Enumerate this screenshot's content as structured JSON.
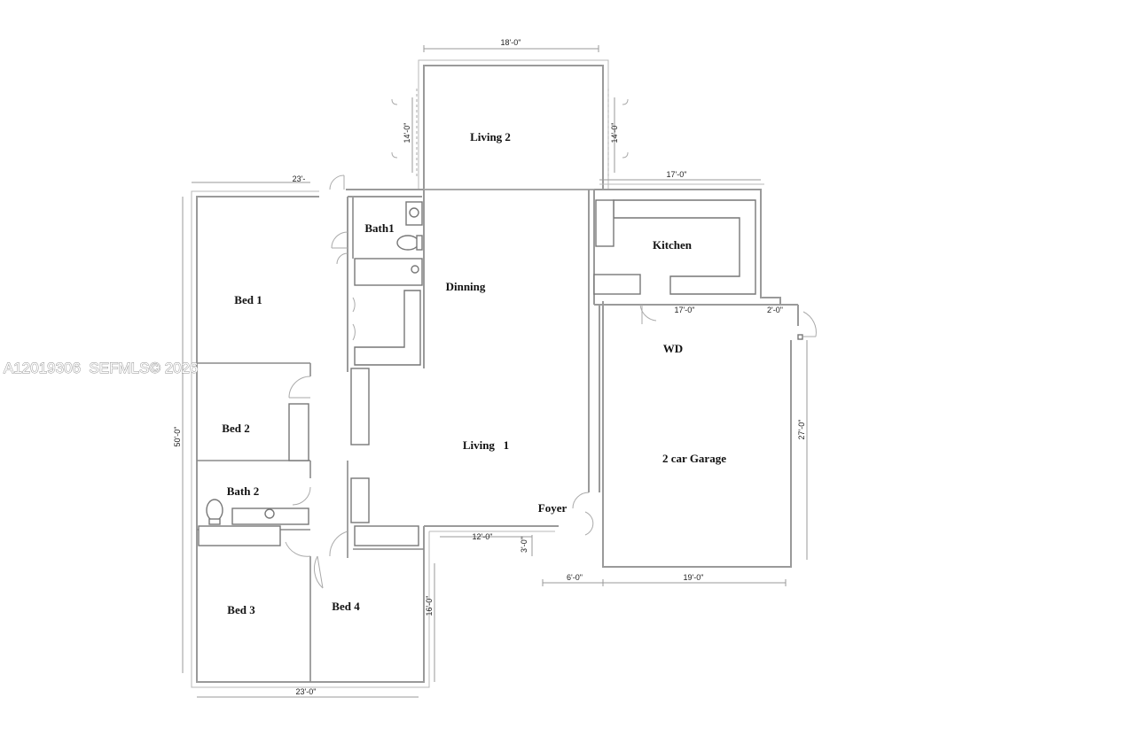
{
  "watermark": "A12019306  SEFMLS© 2026",
  "rooms": {
    "living2": "Living 2",
    "bath1": "Bath1",
    "kitchen": "Kitchen",
    "dinning": "Dinning",
    "bed1": "Bed 1",
    "wd": "WD",
    "bed2": "Bed 2",
    "living1": "Living   1",
    "garage": "2 car Garage",
    "bath2": "Bath 2",
    "foyer": "Foyer",
    "bed3": "Bed 3",
    "bed4": "Bed 4"
  },
  "dimensions": {
    "living2_width": "18'-0\"",
    "living2_left_depth": "14'-0\"",
    "living2_right_depth": "14'-0\"",
    "bed1_width": "23'-",
    "kitchen_width": "17'-0\"",
    "wd_width": "17'-0\"",
    "wd_side": "2'-0\"",
    "house_depth": "50'-0\"",
    "garage_depth": "27'-0\"",
    "foyer_width": "12'-0\"",
    "foyer_depth": "3'-0\"",
    "foyer_offset": "6'-0\"",
    "garage_width": "19'-0\"",
    "bed4_depth": "16'-0\"",
    "bottom_width": "23'-0\""
  }
}
